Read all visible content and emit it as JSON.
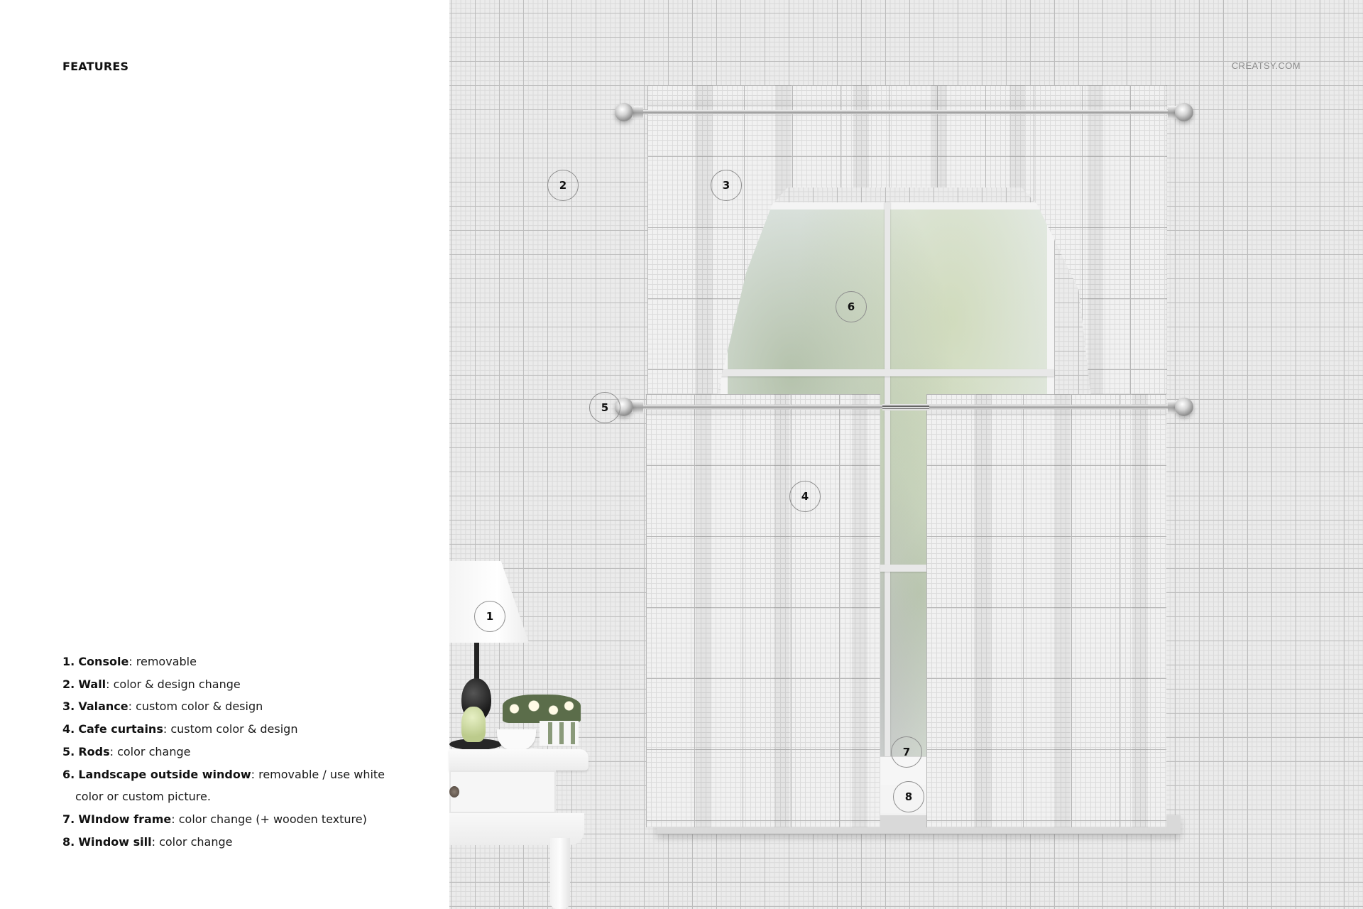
{
  "info_panel": {
    "title": "FEATURES",
    "features": [
      {
        "num": "1.",
        "name": "Console",
        "desc": ": removable"
      },
      {
        "num": "2.",
        "name": "Wall",
        "desc": ": color & design change"
      },
      {
        "num": "3.",
        "name": "Valance",
        "desc": ": custom color & design"
      },
      {
        "num": "4.",
        "name": "Cafe curtains",
        "desc": ": custom color & design"
      },
      {
        "num": "5.",
        "name": "Rods",
        "desc": ": color change"
      },
      {
        "num": "6.",
        "name": "Landscape outside window",
        "desc": ": removable / use white",
        "desc_cont": "color or custom picture."
      },
      {
        "num": "7.",
        "name": "WIndow frame",
        "desc": ": color change (+ wooden texture)"
      },
      {
        "num": "8.",
        "name": "Window sill",
        "desc": ": color change"
      }
    ]
  },
  "scene": {
    "watermark": "CREATSY.COM",
    "callouts": [
      {
        "label": "1",
        "target": "console"
      },
      {
        "label": "2",
        "target": "wall"
      },
      {
        "label": "3",
        "target": "valance"
      },
      {
        "label": "4",
        "target": "cafe-curtains"
      },
      {
        "label": "5",
        "target": "rods"
      },
      {
        "label": "6",
        "target": "landscape"
      },
      {
        "label": "7",
        "target": "window-frame"
      },
      {
        "label": "8",
        "target": "window-sill"
      }
    ]
  },
  "colors": {
    "wall_base": "#ebebeb",
    "wall_grid_major": "#bdbdbd",
    "wall_grid_minor": "#dadada",
    "fabric": "#f1f1f1",
    "callout_border": "#8e8e8e",
    "text": "#111111",
    "watermark": "#8c8c8c"
  }
}
